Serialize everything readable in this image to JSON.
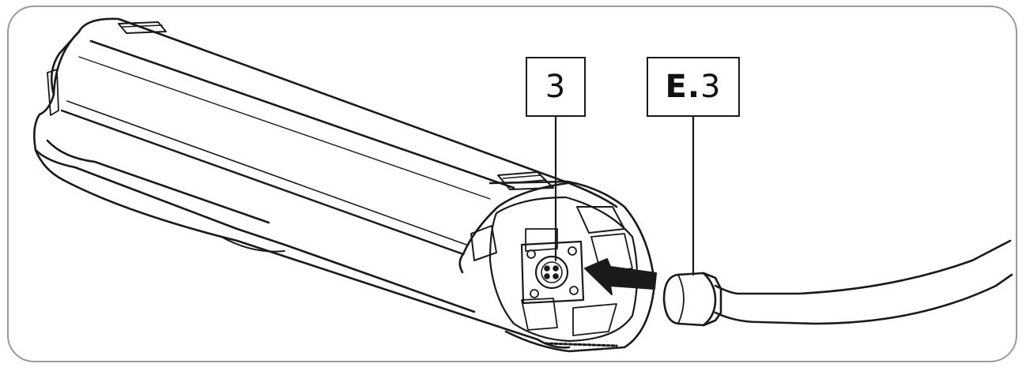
{
  "callouts": {
    "port_label": "3",
    "plug_prefix": "E.",
    "plug_number": "3"
  },
  "icons": {
    "battery": "battery-pack-icon",
    "arrow": "insert-arrow-icon",
    "plug": "charger-plug-icon"
  },
  "colors": {
    "line": "#1a1a1a",
    "frame": "#9a9a9a",
    "background": "#ffffff"
  }
}
